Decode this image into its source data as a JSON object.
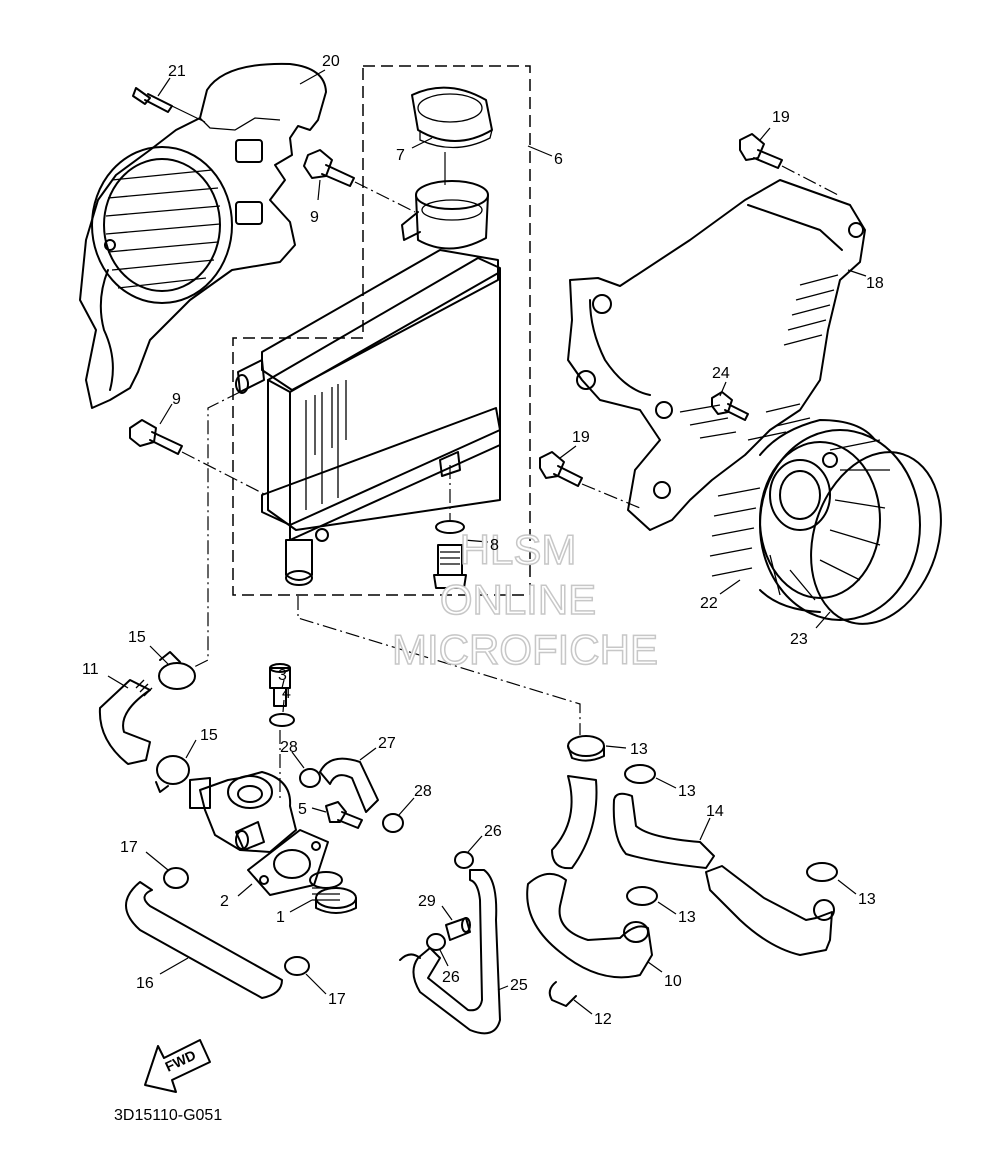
{
  "diagram": {
    "code": "3D15110-G051",
    "fwd_label": "FWD",
    "watermark": [
      "HLSM",
      "ONLINE",
      "MICROFICHE"
    ],
    "callouts": [
      {
        "id": "c1",
        "text": "1"
      },
      {
        "id": "c2",
        "text": "2"
      },
      {
        "id": "c3",
        "text": "3"
      },
      {
        "id": "c4",
        "text": "4"
      },
      {
        "id": "c5",
        "text": "5"
      },
      {
        "id": "c6",
        "text": "6"
      },
      {
        "id": "c7",
        "text": "7"
      },
      {
        "id": "c8",
        "text": "8"
      },
      {
        "id": "c9a",
        "text": "9"
      },
      {
        "id": "c9b",
        "text": "9"
      },
      {
        "id": "c10",
        "text": "10"
      },
      {
        "id": "c11",
        "text": "11"
      },
      {
        "id": "c12",
        "text": "12"
      },
      {
        "id": "c13a",
        "text": "13"
      },
      {
        "id": "c13b",
        "text": "13"
      },
      {
        "id": "c13c",
        "text": "13"
      },
      {
        "id": "c13d",
        "text": "13"
      },
      {
        "id": "c14",
        "text": "14"
      },
      {
        "id": "c15a",
        "text": "15"
      },
      {
        "id": "c15b",
        "text": "15"
      },
      {
        "id": "c16",
        "text": "16"
      },
      {
        "id": "c17a",
        "text": "17"
      },
      {
        "id": "c17b",
        "text": "17"
      },
      {
        "id": "c18",
        "text": "18"
      },
      {
        "id": "c19a",
        "text": "19"
      },
      {
        "id": "c19b",
        "text": "19"
      },
      {
        "id": "c20",
        "text": "20"
      },
      {
        "id": "c21",
        "text": "21"
      },
      {
        "id": "c22",
        "text": "22"
      },
      {
        "id": "c23",
        "text": "23"
      },
      {
        "id": "c24",
        "text": "24"
      },
      {
        "id": "c25",
        "text": "25"
      },
      {
        "id": "c26a",
        "text": "26"
      },
      {
        "id": "c26b",
        "text": "26"
      },
      {
        "id": "c27",
        "text": "27"
      },
      {
        "id": "c28a",
        "text": "28"
      },
      {
        "id": "c28b",
        "text": "28"
      },
      {
        "id": "c29",
        "text": "29"
      }
    ]
  }
}
